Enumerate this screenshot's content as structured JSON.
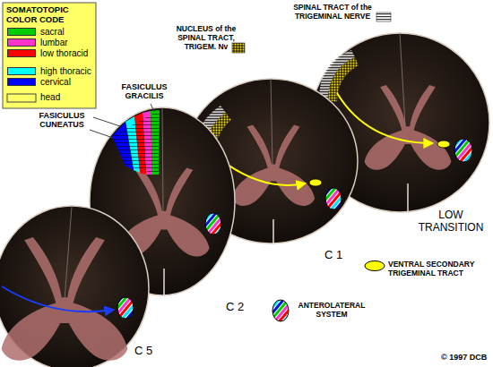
{
  "diagram": {
    "labels": [
      "SOMATOTOPIC COLOR CODE",
      "FASICULUS GRACILIS",
      "FASICULUS CUNEATUS",
      "LOW TRANSITION",
      "C 1",
      "C 2",
      "C 5",
      "© 1997 DCB"
    ],
    "legend": [
      {
        "text": "sacral",
        "color": "#00cc00"
      },
      {
        "text": "lumbar",
        "color": "#ff33cc"
      },
      {
        "text": "low thoracid",
        "color": "#ff0000"
      },
      {
        "text": "high thoracic",
        "color": "#00ffff"
      },
      {
        "text": "cervical",
        "color": "#0000ff"
      },
      {
        "text": "head"
      },
      {
        "text": "NUCLEUS of the SPINAL TRACT, TRIGEM. Nv"
      },
      {
        "text": "SPINAL TRACT of the TRIGEMINAL NERVE"
      },
      {
        "text": "VENTRAL SECONDARY TRIGEMINAL TRACT"
      },
      {
        "text": "ANTEROLATERAL SYSTEM"
      }
    ]
  }
}
